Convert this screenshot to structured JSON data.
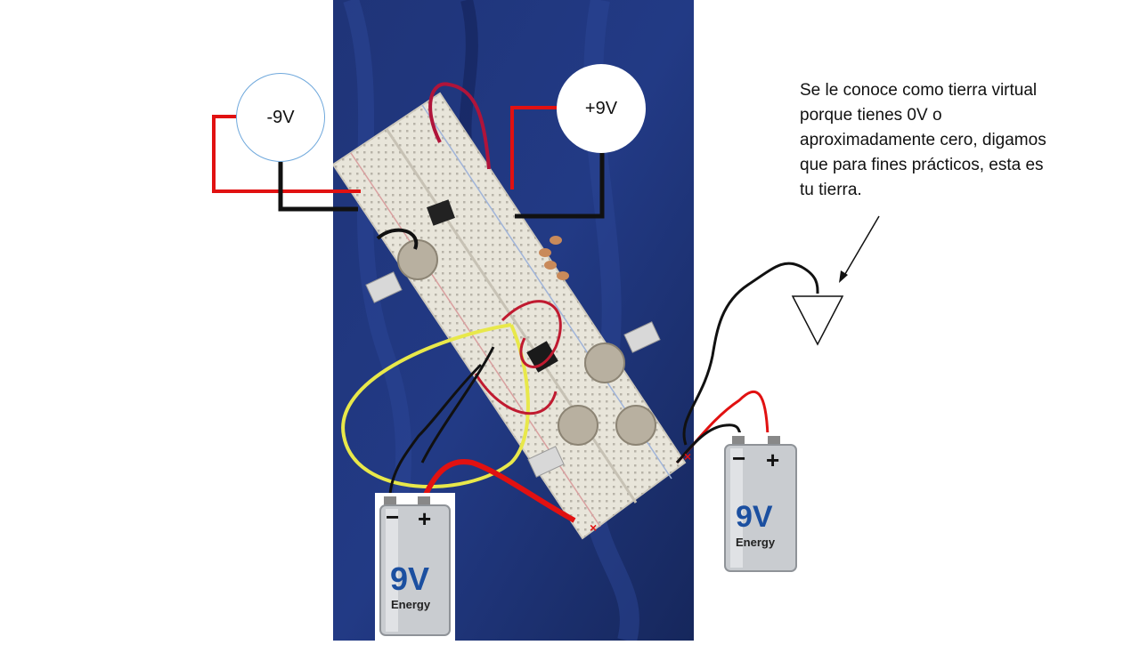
{
  "labels": {
    "negative_supply": "-9V",
    "positive_supply": "+9V"
  },
  "note": "Se le conoce como tierra virtual porque tienes 0V o aproximadamente cero, digamos que para fines prácticos, esta es tu tierra.",
  "batteries": [
    {
      "voltage": "9V",
      "brand": "Energy",
      "minus": "−",
      "plus": "+"
    },
    {
      "voltage": "9V",
      "brand": "Energy",
      "minus": "−",
      "plus": "+"
    }
  ],
  "colors": {
    "background_cloth": "#1d2f6e",
    "breadboard": "#e9e6dc",
    "wire_red": "#e11111",
    "wire_black": "#111111",
    "wire_yellow": "#e8e84a"
  }
}
